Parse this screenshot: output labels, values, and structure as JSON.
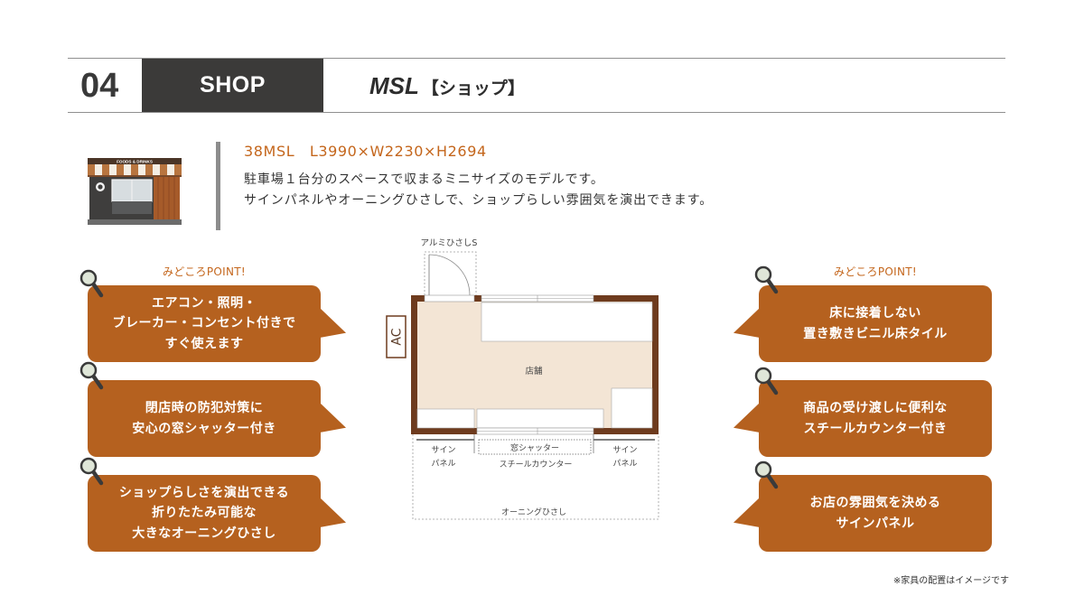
{
  "header": {
    "number": "04",
    "category": "SHOP",
    "model": "MSL",
    "model_suffix": "【ショップ】"
  },
  "thumbnail": {
    "sign": "FOODS & DRINKS"
  },
  "intro": {
    "spec": "38MSL　L3990×W2230×H2694",
    "description": [
      "駐車場１台分のスペースで収まるミニサイズのモデルです。",
      "サインパネルやオーニングひさしで、ショップらしい雰囲気を演出できます。"
    ]
  },
  "points_left": {
    "heading": "みどころPOINT!",
    "items": [
      {
        "lines": [
          "エアコン・照明・",
          "ブレーカー・コンセント付きで",
          "すぐ使えます"
        ]
      },
      {
        "lines": [
          "閉店時の防犯対策に",
          "安心の窓シャッター付き"
        ]
      },
      {
        "lines": [
          "ショップらしさを演出できる",
          "折りたたみ可能な",
          "大きなオーニングひさし"
        ]
      }
    ]
  },
  "points_right": {
    "heading": "みどころPOINT!",
    "items": [
      {
        "lines": [
          "床に接着しない",
          "置き敷きビニル床タイル"
        ]
      },
      {
        "lines": [
          "商品の受け渡しに便利な",
          "スチールカウンター付き"
        ]
      },
      {
        "lines": [
          "お店の雰囲気を決める",
          "サインパネル"
        ]
      }
    ]
  },
  "floor_plan": {
    "canopy": "アルミひさしS",
    "ac": "AC",
    "room": "店舗",
    "sign_panel_left": [
      "サイン",
      "パネル"
    ],
    "window_shutter": "窓シャッター",
    "steel_counter": "スチールカウンター",
    "sign_panel_right": [
      "サイン",
      "パネル"
    ],
    "awning": "オーニングひさし"
  },
  "footnote": "※家具の配置はイメージです",
  "colors": {
    "accent_text": "#c4661c",
    "callout": "#b5611f",
    "header_box": "#3b3a39",
    "wall": "#6e3b1e",
    "floor": "#f3e5d5"
  }
}
